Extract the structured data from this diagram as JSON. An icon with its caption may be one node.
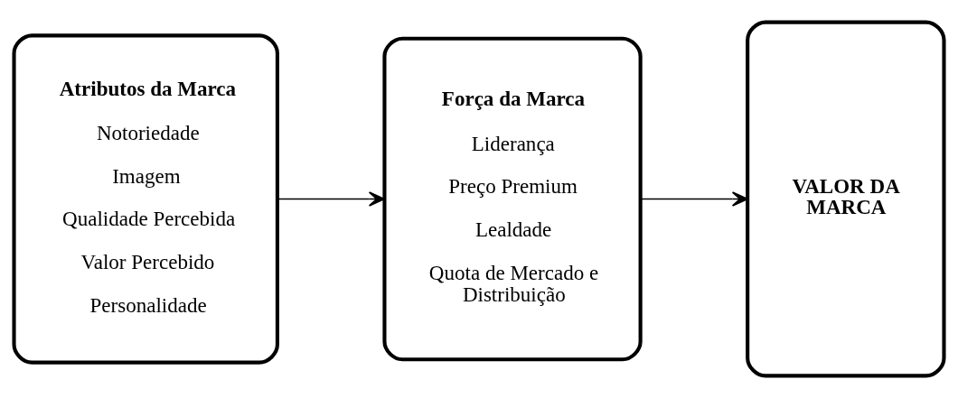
{
  "diagram": {
    "nodes": [
      {
        "text": [
          "Atributos da Marca",
          "Notoriedade",
          "Imagem",
          "Qualidade Percebida",
          "Valor Percebido",
          "Personalidade"
        ]
      },
      {
        "text": [
          "Força da Marca",
          "Liderança",
          "Preço Premium",
          "Lealdade",
          "Quota de Mercado e Distribuição"
        ]
      },
      {
        "text": [
          "VALOR DA MARCA"
        ]
      }
    ],
    "edges": [
      {
        "from": 0,
        "to": 1,
        "arrow": "to"
      },
      {
        "from": 1,
        "to": 2,
        "arrow": "to"
      }
    ]
  }
}
